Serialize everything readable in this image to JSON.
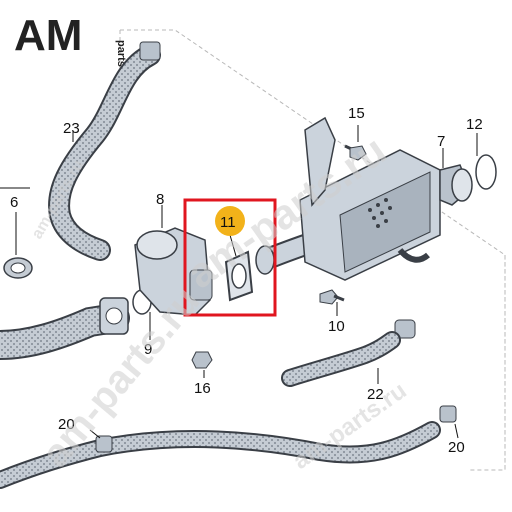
{
  "logo": {
    "brand": "AM",
    "suffix": "parts"
  },
  "watermarks": [
    "am-parts.ru",
    "am-parts.ru",
    "am-parts.ru",
    "am-parts.ru"
  ],
  "highlight": {
    "label": "11",
    "box_color": "#e0161f",
    "badge_color": "#f2b21a"
  },
  "callouts": {
    "p23": "23",
    "p8": "8",
    "p6": "6",
    "p9": "9",
    "p16": "16",
    "p15": "15",
    "p7": "7",
    "p12": "12",
    "p10": "10",
    "p22": "22",
    "p20a": "20",
    "p20b": "20"
  },
  "colors": {
    "part_fill": "#cbd3dc",
    "part_stroke": "#3a3f46",
    "hose_fill": "#b9c2cc"
  }
}
